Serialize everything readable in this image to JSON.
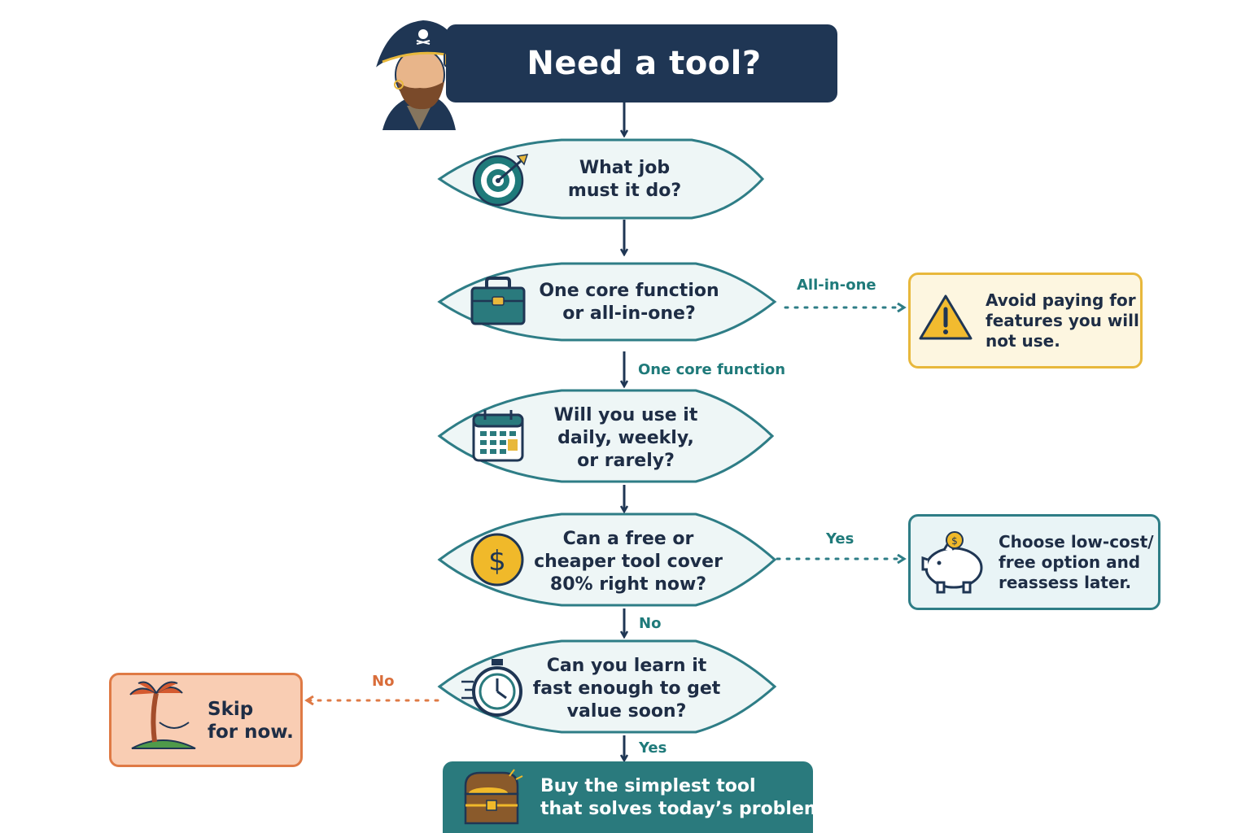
{
  "title": "Need a tool?",
  "colors": {
    "navy": "#1f3654",
    "teal": "#2a7a7d",
    "decision_fill": "#eef6f6",
    "warning_border": "#e8b83c",
    "warning_fill": "#fdf6e0",
    "skip_border": "#df7a45",
    "skip_fill": "#f9cdb3",
    "save_fill": "#e9f4f6"
  },
  "decisions": [
    {
      "lines": [
        "What job",
        "must it do?"
      ],
      "icon": "target-icon"
    },
    {
      "lines": [
        "One core function",
        "or all-in-one?"
      ],
      "icon": "toolbox-icon"
    },
    {
      "lines": [
        "Will you use it",
        "daily, weekly,",
        "or rarely?"
      ],
      "icon": "calendar-icon"
    },
    {
      "lines": [
        "Can a free or",
        "cheaper tool cover",
        "80% right now?"
      ],
      "icon": "dollar-coin-icon"
    },
    {
      "lines": [
        "Can you learn it",
        "fast enough to get",
        "value soon?"
      ],
      "icon": "stopwatch-icon"
    }
  ],
  "branch_labels": {
    "all_in_one": "All-in-one",
    "one_core_function": "One core function",
    "yes_free": "Yes",
    "no_free": "No",
    "no_learn": "No",
    "yes_learn": "Yes"
  },
  "outcomes": {
    "warning": {
      "lines": [
        "Avoid paying for",
        "features you will",
        "not use."
      ],
      "icon": "warning-icon"
    },
    "low_cost": {
      "lines": [
        "Choose low-cost/",
        "free option and",
        "reassess later."
      ],
      "icon": "piggy-bank-icon"
    },
    "skip": {
      "lines": [
        "Skip",
        "for now."
      ],
      "icon": "palm-island-icon"
    },
    "buy": {
      "lines": [
        "Buy the simplest tool",
        "that solves today’s problem."
      ],
      "icon": "treasure-chest-icon"
    }
  }
}
